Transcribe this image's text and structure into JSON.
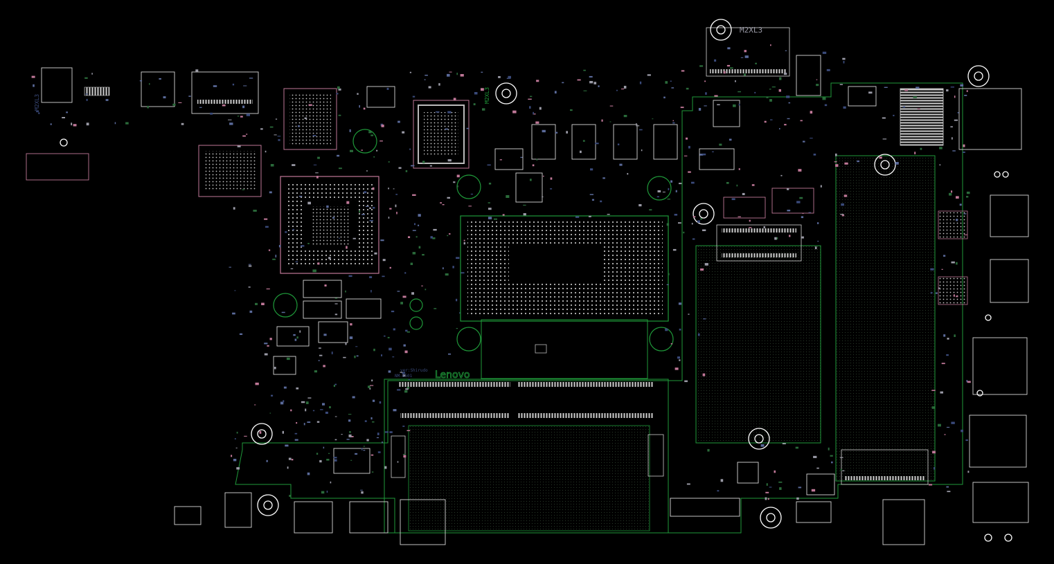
{
  "board": {
    "brand_logo": "Lenovo",
    "labels": {
      "m2_top": "M2XL3",
      "m2_left": "M2XL3",
      "m2_mid": "M2XL3",
      "model_small": "NM-B501",
      "rev_small": "ver:Shirudo"
    }
  },
  "colors": {
    "background": "#000000",
    "outline_green": "#1f9a3a",
    "outline_pink": "#c07898",
    "outline_white": "#d8d8d8",
    "silk_gray": "#9a9aa6",
    "silk_blue": "#3a4a7a"
  }
}
